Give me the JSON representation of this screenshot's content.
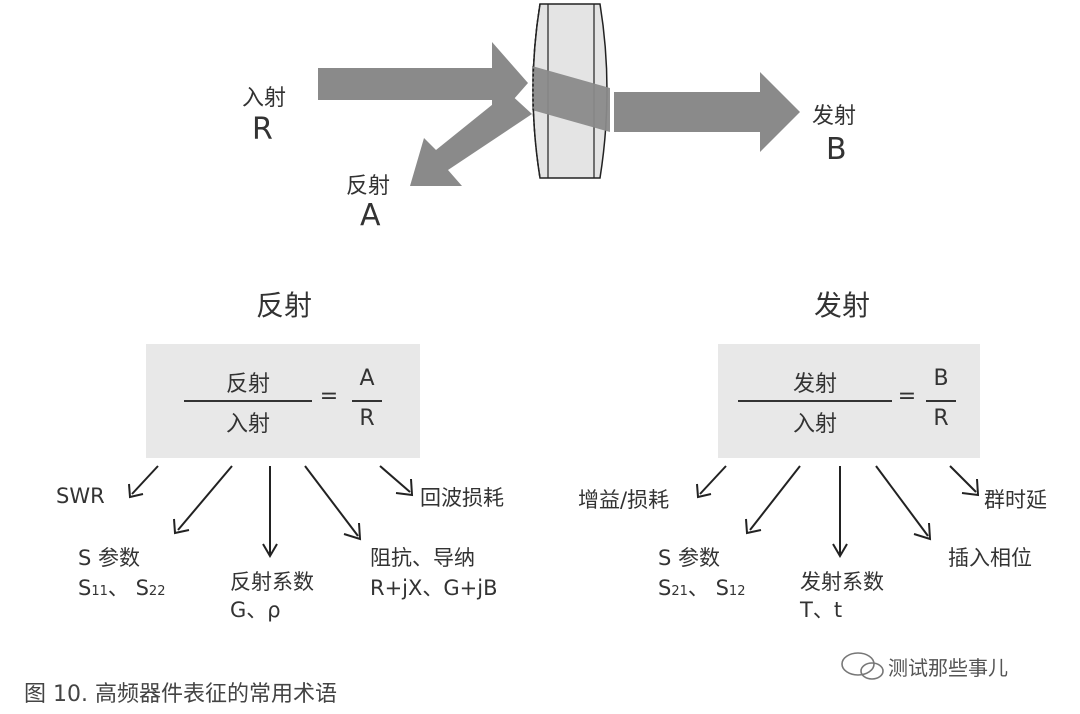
{
  "top": {
    "incident_label": "入射",
    "incident_symbol": "R",
    "reflected_label": "反射",
    "reflected_symbol": "A",
    "transmitted_label": "发射",
    "transmitted_symbol": "B"
  },
  "reflection": {
    "title": "反射",
    "numerator": "反射",
    "denominator": "入射",
    "equals": "=",
    "ratio_top": "A",
    "ratio_bottom": "R",
    "terms": {
      "swr": "SWR",
      "return_loss": "回波损耗",
      "s_params_title": "S 参数",
      "s11_s": "S",
      "s11_sub": "11",
      "s11_sep": "、",
      "s22_s": "S",
      "s22_sub": "22",
      "refl_coef_title": "反射系数",
      "refl_coef_symbols": "G、ρ",
      "impedance_title": "阻抗、导纳",
      "impedance_expr": "R+jX、G+jB"
    }
  },
  "transmission": {
    "title": "发射",
    "numerator": "发射",
    "denominator": "入射",
    "equals": "=",
    "ratio_top": "B",
    "ratio_bottom": "R",
    "terms": {
      "gain_loss": "增益/损耗",
      "group_delay": "群时延",
      "s_params_title": "S 参数",
      "s21_s": "S",
      "s21_sub": "21",
      "s21_sep": "、",
      "s12_s": "S",
      "s12_sub": "12",
      "trans_coef_title": "发射系数",
      "trans_coef_symbols": "T、t",
      "insertion_phase": "插入相位"
    }
  },
  "caption": "图 10. 高频器件表征的常用术语",
  "watermark": "测试那些事儿",
  "colors": {
    "arrow_gray": "#8a8a8a",
    "box_gray": "#e8e8e8",
    "dut_fill": "#e4e4e4",
    "text": "#333333"
  }
}
